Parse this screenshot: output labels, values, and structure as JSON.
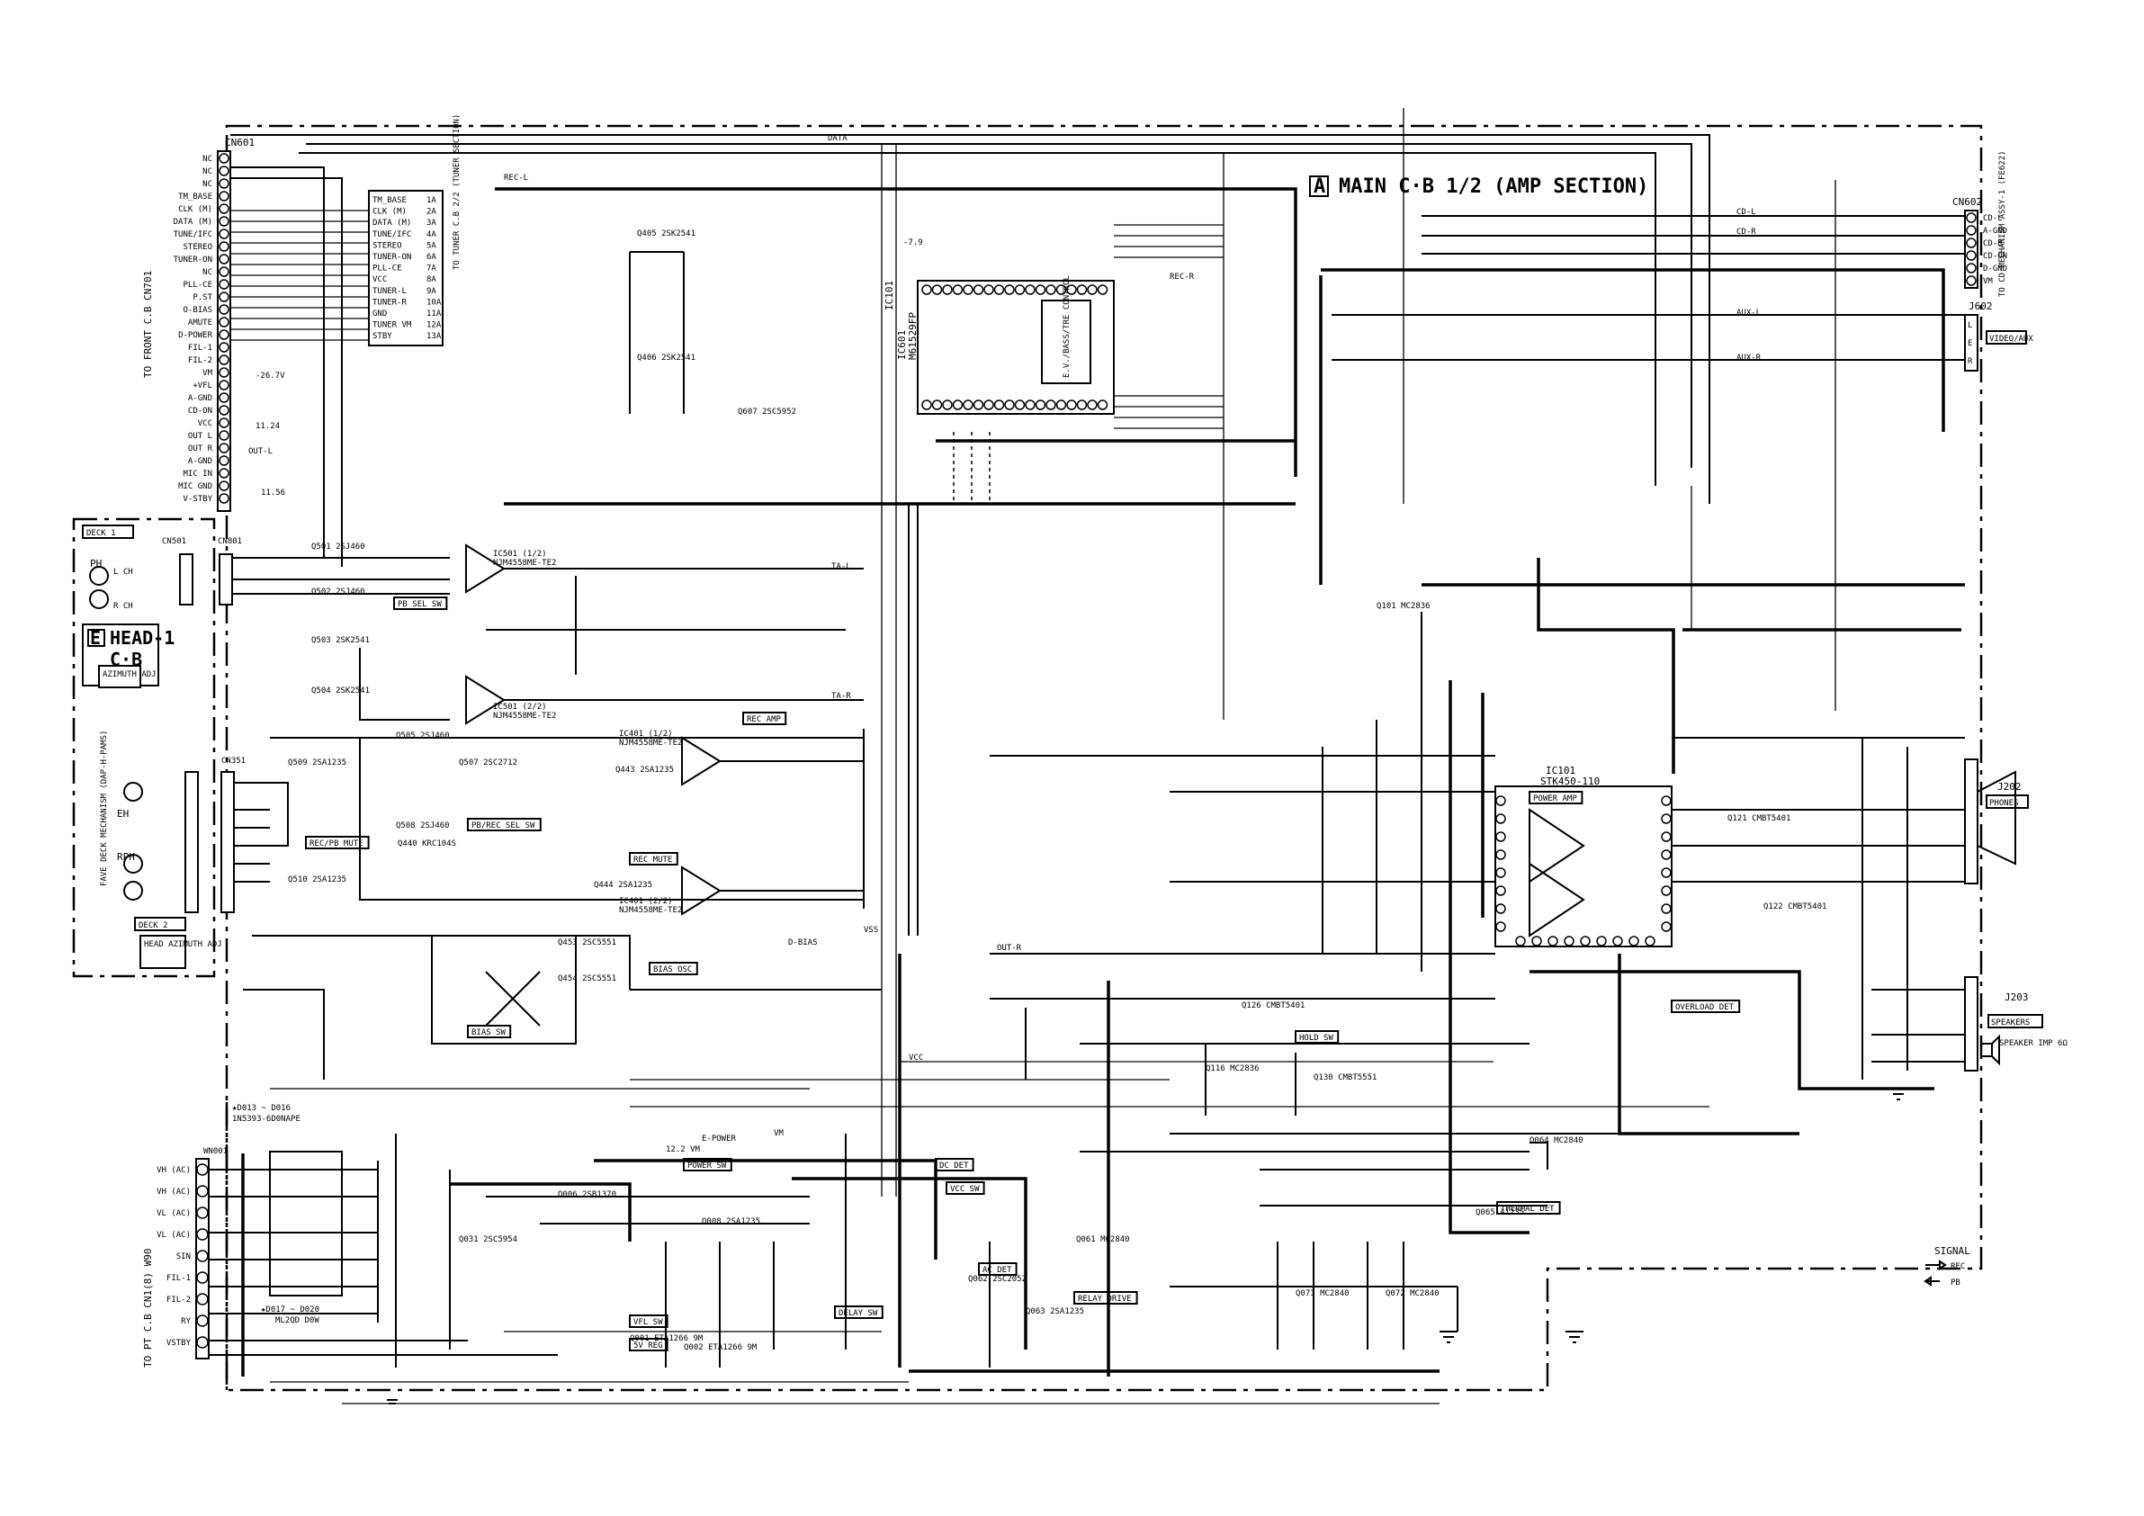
{
  "title": {
    "section_letter": "A",
    "text": "MAIN C·B 1/2 (AMP SECTION)"
  },
  "head_board": {
    "letter": "E",
    "line1": "HEAD-1",
    "line2": "C·B"
  },
  "labels": {
    "deck1": "DECK 1",
    "deck2": "DECK 2",
    "azimuth_adj": "AZIMUTH\nADJ",
    "head_azimuth_adj": "HEAD\nAZIMUTH\nADJ",
    "ph": "PH",
    "lch": "L CH",
    "rch": "R CH",
    "eh": "EH",
    "rph": "RPH",
    "rev_head": "FAVE DECK MECHANISM (DAP-H-PAMS)",
    "to_front": "TO FRONT C.B CN701",
    "to_pt": "TO PT C.B CN1(8) W90",
    "to_cd": "TO CD MECHANISM ASSY-1 (FE622)",
    "tuner_conn": "TO TUNER C.B 2/2 (TUNER SECTION)",
    "video_conn": "VIDEO/AUX",
    "phones": "PHONES",
    "speakers": "SPEAKERS",
    "speaker_imp": "SPEAKER\nIMP 6Ω",
    "signal_legend_title": "SIGNAL",
    "signal_rec": "REC",
    "signal_pb": "PB"
  },
  "connectors": {
    "cn601": {
      "name": "CN601",
      "pins": [
        "NC",
        "NC",
        "NC",
        "TM_BASE",
        "CLK (M)",
        "DATA (M)",
        "TUNE/IFC",
        "STEREO",
        "TUNER-ON",
        "NC",
        "PLL-CE",
        "P.ST",
        "O-BIAS",
        "AMUTE",
        "D-POWER",
        "FIL-1",
        "FIL-2",
        "VM",
        "+VFL",
        "A-GND",
        "CD-ON",
        "VCC",
        "OUT L",
        "OUT R",
        "A-GND",
        "MIC IN",
        "MIC GND",
        "V-STBY"
      ]
    },
    "cn602": {
      "name": "CN602",
      "pins": [
        "CD-L",
        "A-GND",
        "CD-R",
        "CD-ON",
        "D-GND",
        "VM"
      ]
    },
    "j602": {
      "name": "J602",
      "pins": [
        "L",
        "E",
        "R"
      ]
    },
    "j202": {
      "name": "J202",
      "title": "PHONES"
    },
    "j203": {
      "name": "J203",
      "title": "SPEAKERS"
    },
    "cn501": {
      "name": "CN501"
    },
    "cn801": {
      "name": "CN801"
    },
    "cn351": {
      "name": "CN351"
    },
    "wn001": {
      "name": "WN001",
      "pins": [
        "VH (AC)",
        "VH (AC)",
        "VL (AC)",
        "VL (AC)",
        "SIN",
        "FIL-1",
        "FIL-2",
        "RY",
        "VSTBY"
      ]
    },
    "tuner": {
      "pins": [
        "TM_BASE",
        "CLK (M)",
        "DATA (M)",
        "TUNE/IFC",
        "STEREO",
        "TUNER-ON",
        "PLL-CE",
        "VCC",
        "TUNER-L",
        "TUNER-R",
        "GND",
        "TUNER VM",
        "STBY"
      ],
      "numbers": [
        "1A",
        "2A",
        "3A",
        "4A",
        "5A",
        "6A",
        "7A",
        "8A",
        "9A",
        "10A",
        "11A",
        "12A",
        "13A"
      ]
    }
  },
  "ics": [
    {
      "ref": "IC501 (1/2)",
      "part": "NJM4558ME-TE2"
    },
    {
      "ref": "IC501 (2/2)",
      "part": "NJM4558ME-TE2"
    },
    {
      "ref": "IC401 (1/2)",
      "part": "NJM4558ME-TE2"
    },
    {
      "ref": "IC401 (2/2)",
      "part": "NJM4558ME-TE2"
    },
    {
      "ref": "IC601",
      "part": "M61529FP",
      "function": "E.V./BASS/TRE CONTROL"
    },
    {
      "ref": "IC101",
      "part": "STK450-110",
      "function": "POWER AMP"
    }
  ],
  "semiconductors": [
    "Q405 2SK2541",
    "Q406 2SK2541",
    "Q607 2SC5952",
    "Q501 2SJ460",
    "Q502 2SJ460",
    "Q503 2SK2541",
    "Q504 2SK2541",
    "Q505 2SJ460",
    "Q507 2SC2712",
    "Q508 2SJ460",
    "Q509 2SA1235",
    "Q510 2SA1235",
    "Q440 KRC104S",
    "Q443 2SA1235",
    "Q444 2SA1235",
    "Q453 2SC5551",
    "Q454 2SC5551",
    "Q101 MC2836",
    "Q126 CMBT5401",
    "Q116 MC2836",
    "Q130 CMBT5551",
    "Q061 MC2840",
    "Q062 2SC2052",
    "Q063 2SA1235",
    "Q071 MC2840",
    "Q072 MC2840",
    "Q008 2SA1235",
    "Q006 2SB1370",
    "Q031 2SC5954",
    "Q001 ETA1266 9M",
    "Q002 ETA1266 9M",
    "Q121 CMBT5401",
    "Q122 CMBT5401",
    "Q065 A1235",
    "Q064 MC2840"
  ],
  "function_boxes": [
    "PB SEL SW",
    "REC AMP",
    "PB/REC SEL SW",
    "REC/PB MUTE",
    "REC MUTE",
    "BIAS OSC",
    "BIAS SW",
    "POWER AMP",
    "HOLD SW",
    "OVERLOAD DET",
    "THERMAL DET",
    "DC DET",
    "POWER SW",
    "DELAY SW",
    "VFL SW",
    "VCC SW",
    "5V REG",
    "AC DET",
    "RELAY DRIVE"
  ],
  "nets": [
    "DATA",
    "CD-L",
    "CD-R",
    "TA-L",
    "TA-R",
    "AUX-L",
    "AUX-R",
    "REC-L",
    "REC-R",
    "OUT-L",
    "OUT-R",
    "VM",
    "VCC",
    "VSS",
    "D-BIAS",
    "E-POWER",
    "12.2 VM",
    "-26.7V",
    "11.24",
    "11.56",
    "-7.9"
  ],
  "diode_notes": [
    "★D013 ~ D016",
    "1N5393-6D0NAPE",
    "★D017 ~ D020",
    "ML2QD D0W"
  ]
}
